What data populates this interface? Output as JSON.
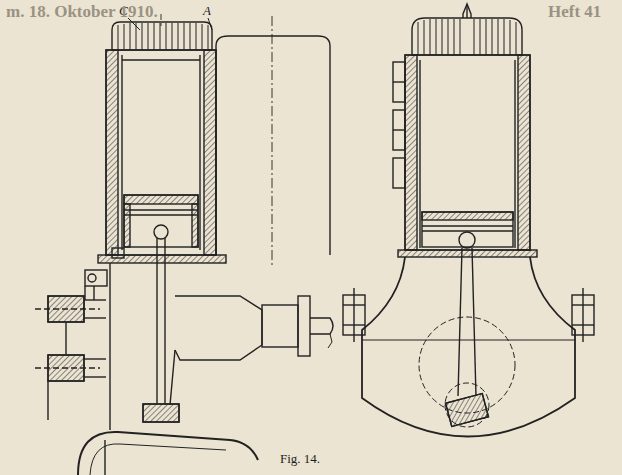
{
  "diagram": {
    "caption": "Fig. 14.",
    "labels": [
      "C",
      "A",
      "m. 18. Oktober 1910.",
      "Heft 41"
    ]
  }
}
